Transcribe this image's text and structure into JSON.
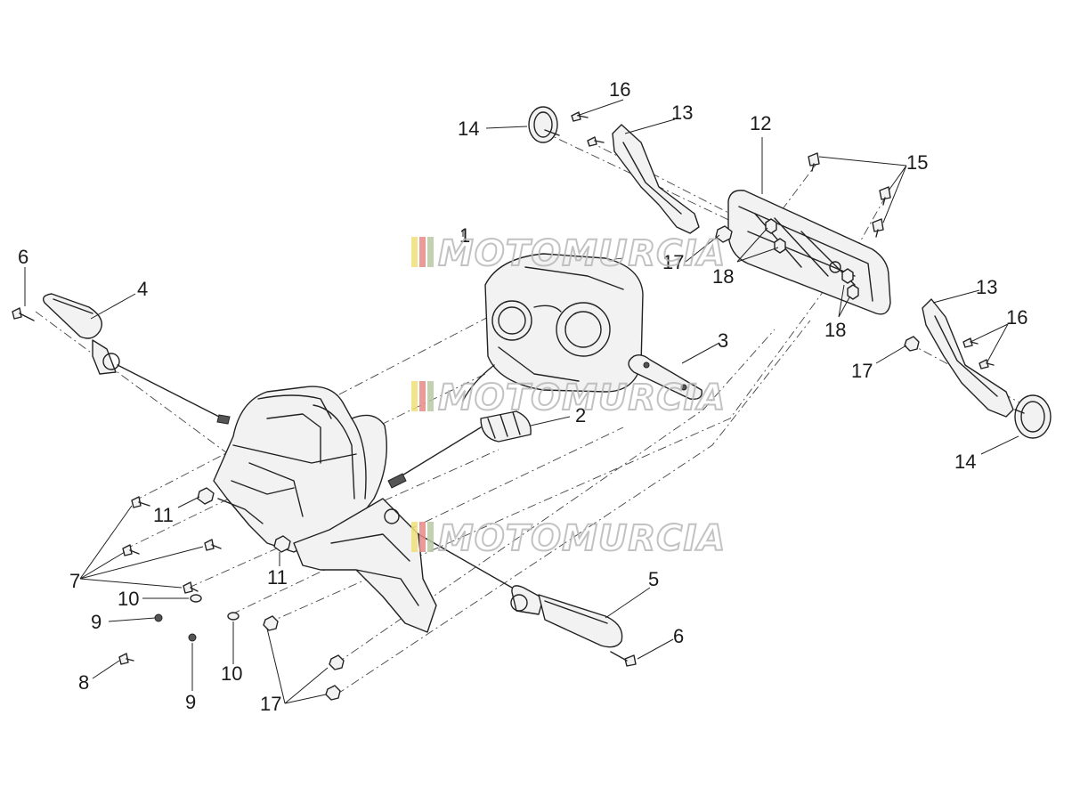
{
  "watermark": {
    "text": "MOTOMURCIA",
    "colors": {
      "yellow": "#efe07a",
      "red": "#e58a86",
      "green": "#b9c9a6",
      "outline": "#b8b8b8"
    }
  },
  "callouts": {
    "c1": "1",
    "c2": "2",
    "c3": "3",
    "c4": "4",
    "c5": "5",
    "c6a": "6",
    "c6b": "6",
    "c7": "7",
    "c8": "8",
    "c9a": "9",
    "c9b": "9",
    "c10a": "10",
    "c10b": "10",
    "c11a": "11",
    "c11b": "11",
    "c12": "12",
    "c13a": "13",
    "c13b": "13",
    "c14a": "14",
    "c14b": "14",
    "c15": "15",
    "c16a": "16",
    "c16b": "16",
    "c17a": "17",
    "c17b": "17",
    "c17c": "17",
    "c18a": "18",
    "c18b": "18"
  }
}
